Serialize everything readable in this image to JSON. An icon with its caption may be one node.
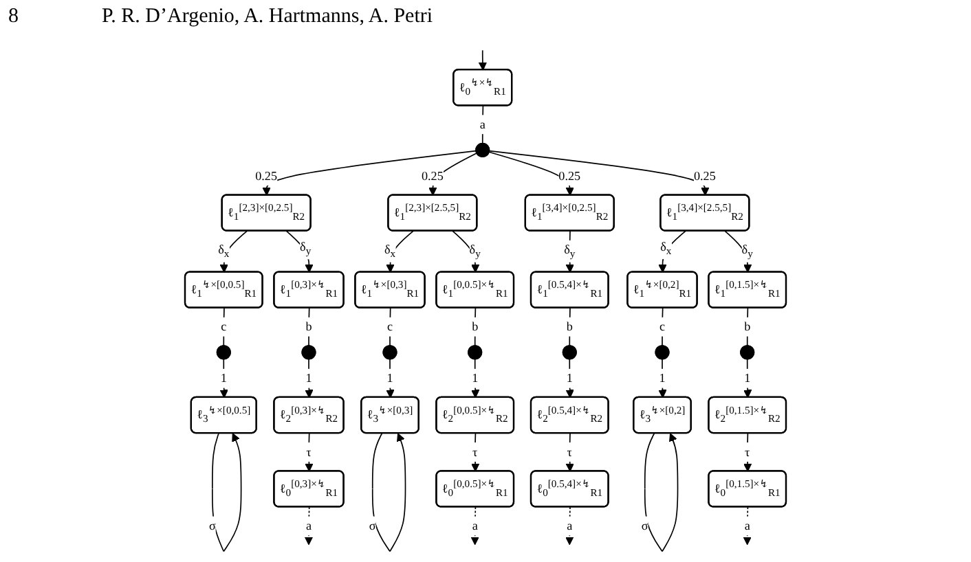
{
  "diagram": {
    "nodes": [
      {
        "text": [
          "ℓ$_{0}$$^{↯×↯}$$_{R1}$"
        ]
      },
      {
        "text": [],
        "shape": "circle"
      },
      {
        "text": [
          "ℓ$_{1}$$^{[2,3]×[0,2.5]}$$_{R2}$"
        ]
      },
      {
        "text": [
          "ℓ$_{1}$$^{[2,3]×[2.5,5]}$$_{R2}$"
        ]
      },
      {
        "text": [
          "ℓ$_{1}$$^{[3,4]×[0,2.5]}$$_{R2}$"
        ]
      },
      {
        "text": [
          "ℓ$_{1}$$^{[3,4]×[2.5,5]}$$_{R2}$"
        ]
      },
      {
        "text": [
          "ℓ$_{1}$$^{↯×[0,0.5]}$$_{R1}$"
        ]
      },
      {
        "text": [
          "ℓ$_{1}$$^{[0,3]×↯}$$_{R1}$"
        ]
      },
      {
        "text": [
          "ℓ$_{1}$$^{↯×[0,3]}$$_{R1}$"
        ]
      },
      {
        "text": [
          "ℓ$_{1}$$^{[0,0.5]×↯}$$_{R1}$"
        ]
      },
      {
        "text": [
          "ℓ$_{1}$$^{[0.5,4]×↯}$$_{R1}$"
        ]
      },
      {
        "text": [
          "ℓ$_{1}$$^{↯×[0,2]}$$_{R1}$"
        ]
      },
      {
        "text": [
          "ℓ$_{1}$$^{[0,1.5]×↯}$$_{R1}$"
        ]
      },
      {
        "text": [],
        "shape": "circle"
      },
      {
        "text": [],
        "shape": "circle"
      },
      {
        "text": [],
        "shape": "circle"
      },
      {
        "text": [],
        "shape": "circle"
      },
      {
        "text": [],
        "shape": "circle"
      },
      {
        "text": [],
        "shape": "circle"
      },
      {
        "text": [],
        "shape": "circle"
      },
      {
        "text": [
          "ℓ$_{3}$$^{↯×[0,0.5]}$"
        ]
      },
      {
        "text": [
          "ℓ$_{2}$$^{[0,3]×↯}$$_{R2}$"
        ]
      },
      {
        "text": [
          "ℓ$_{3}$$^{↯×[0,3]}$"
        ]
      },
      {
        "text": [
          "ℓ$_{2}$$^{[0,0.5]×↯}$$_{R2}$"
        ]
      },
      {
        "text": [
          "ℓ$_{2}$$^{[0.5,4]×↯}$$_{R2}$"
        ]
      },
      {
        "text": [
          "ℓ$_{3}$$^{↯×[0,2]}$"
        ]
      },
      {
        "text": [
          "ℓ$_{2}$$^{[0,1.5]×↯}$$_{R2}$"
        ]
      },
      {
        "text": [
          "ℓ$_{0}$$^{[0,3]×↯}$$_{R1}$"
        ]
      },
      {
        "text": [
          "ℓ$_{0}$$^{[0,0.5]×↯}$$_{R1}$"
        ]
      },
      {
        "text": [
          "ℓ$_{0}$$^{[0.5,4]×↯}$$_{R1}$"
        ]
      },
      {
        "text": [
          "ℓ$_{0}$$^{[0,1.5]×↯}$$_{R1}$"
        ]
      }
    ],
    "edges": [
      {
        "from": null,
        "to": 0,
        "arrow": "to"
      },
      {
        "from": 0,
        "to": 1,
        "arrow": "none",
        "label": "a"
      },
      {
        "from": 1,
        "to": 2,
        "arrow": "to",
        "label": "0.25"
      },
      {
        "from": 1,
        "to": 3,
        "arrow": "to",
        "label": "0.25"
      },
      {
        "from": 1,
        "to": 4,
        "arrow": "to",
        "label": "0.25"
      },
      {
        "from": 1,
        "to": 5,
        "arrow": "to",
        "label": "0.25"
      },
      {
        "from": 2,
        "to": 6,
        "arrow": "to",
        "label": "δ$_{x}$"
      },
      {
        "from": 2,
        "to": 7,
        "arrow": "to",
        "label": "δ$_{y}$"
      },
      {
        "from": 3,
        "to": 8,
        "arrow": "to",
        "label": "δ$_{x}$"
      },
      {
        "from": 3,
        "to": 9,
        "arrow": "to",
        "label": "δ$_{y}$"
      },
      {
        "from": 4,
        "to": 10,
        "arrow": "to",
        "label": "δ$_{y}$"
      },
      {
        "from": 5,
        "to": 11,
        "arrow": "to",
        "label": "δ$_{x}$"
      },
      {
        "from": 5,
        "to": 12,
        "arrow": "to",
        "label": "δ$_{y}$"
      },
      {
        "from": 6,
        "to": 13,
        "arrow": "none",
        "label": "c"
      },
      {
        "from": 7,
        "to": 14,
        "arrow": "none",
        "label": "b"
      },
      {
        "from": 8,
        "to": 15,
        "arrow": "none",
        "label": "c"
      },
      {
        "from": 9,
        "to": 16,
        "arrow": "none",
        "label": "b"
      },
      {
        "from": 10,
        "to": 17,
        "arrow": "none",
        "label": "b"
      },
      {
        "from": 11,
        "to": 18,
        "arrow": "none",
        "label": "c"
      },
      {
        "from": 12,
        "to": 19,
        "arrow": "none",
        "label": "b"
      },
      {
        "from": 13,
        "to": 20,
        "arrow": "to",
        "label": "1"
      },
      {
        "from": 14,
        "to": 21,
        "arrow": "to",
        "label": "1"
      },
      {
        "from": 15,
        "to": 22,
        "arrow": "to",
        "label": "1"
      },
      {
        "from": 16,
        "to": 23,
        "arrow": "to",
        "label": "1"
      },
      {
        "from": 17,
        "to": 24,
        "arrow": "to",
        "label": "1"
      },
      {
        "from": 18,
        "to": 25,
        "arrow": "to",
        "label": "1"
      },
      {
        "from": 19,
        "to": 26,
        "arrow": "to",
        "label": "1"
      },
      {
        "from": 20,
        "to": 20,
        "arrow": "to",
        "label": "σ"
      },
      {
        "from": 22,
        "to": 22,
        "arrow": "to",
        "label": "σ"
      },
      {
        "from": 25,
        "to": 25,
        "arrow": "to",
        "label": "σ"
      },
      {
        "from": 21,
        "to": 27,
        "arrow": "to",
        "label": "τ"
      },
      {
        "from": 23,
        "to": 28,
        "arrow": "to",
        "label": "τ"
      },
      {
        "from": 24,
        "to": 29,
        "arrow": "to",
        "label": "τ"
      },
      {
        "from": 26,
        "to": 30,
        "arrow": "to",
        "label": "τ"
      },
      {
        "from": 27,
        "to": null,
        "arrow": "to",
        "label": "a",
        "style": "dashed"
      },
      {
        "from": 28,
        "to": null,
        "arrow": "to",
        "label": "a",
        "style": "dashed"
      },
      {
        "from": 29,
        "to": null,
        "arrow": "to",
        "label": "a",
        "style": "dashed"
      },
      {
        "from": 30,
        "to": null,
        "arrow": "to",
        "label": "a",
        "style": "dashed"
      }
    ],
    "labels": [
      "8",
      "P. R. D’Argenio, A. Hartmanns, A. Petri"
    ]
  }
}
